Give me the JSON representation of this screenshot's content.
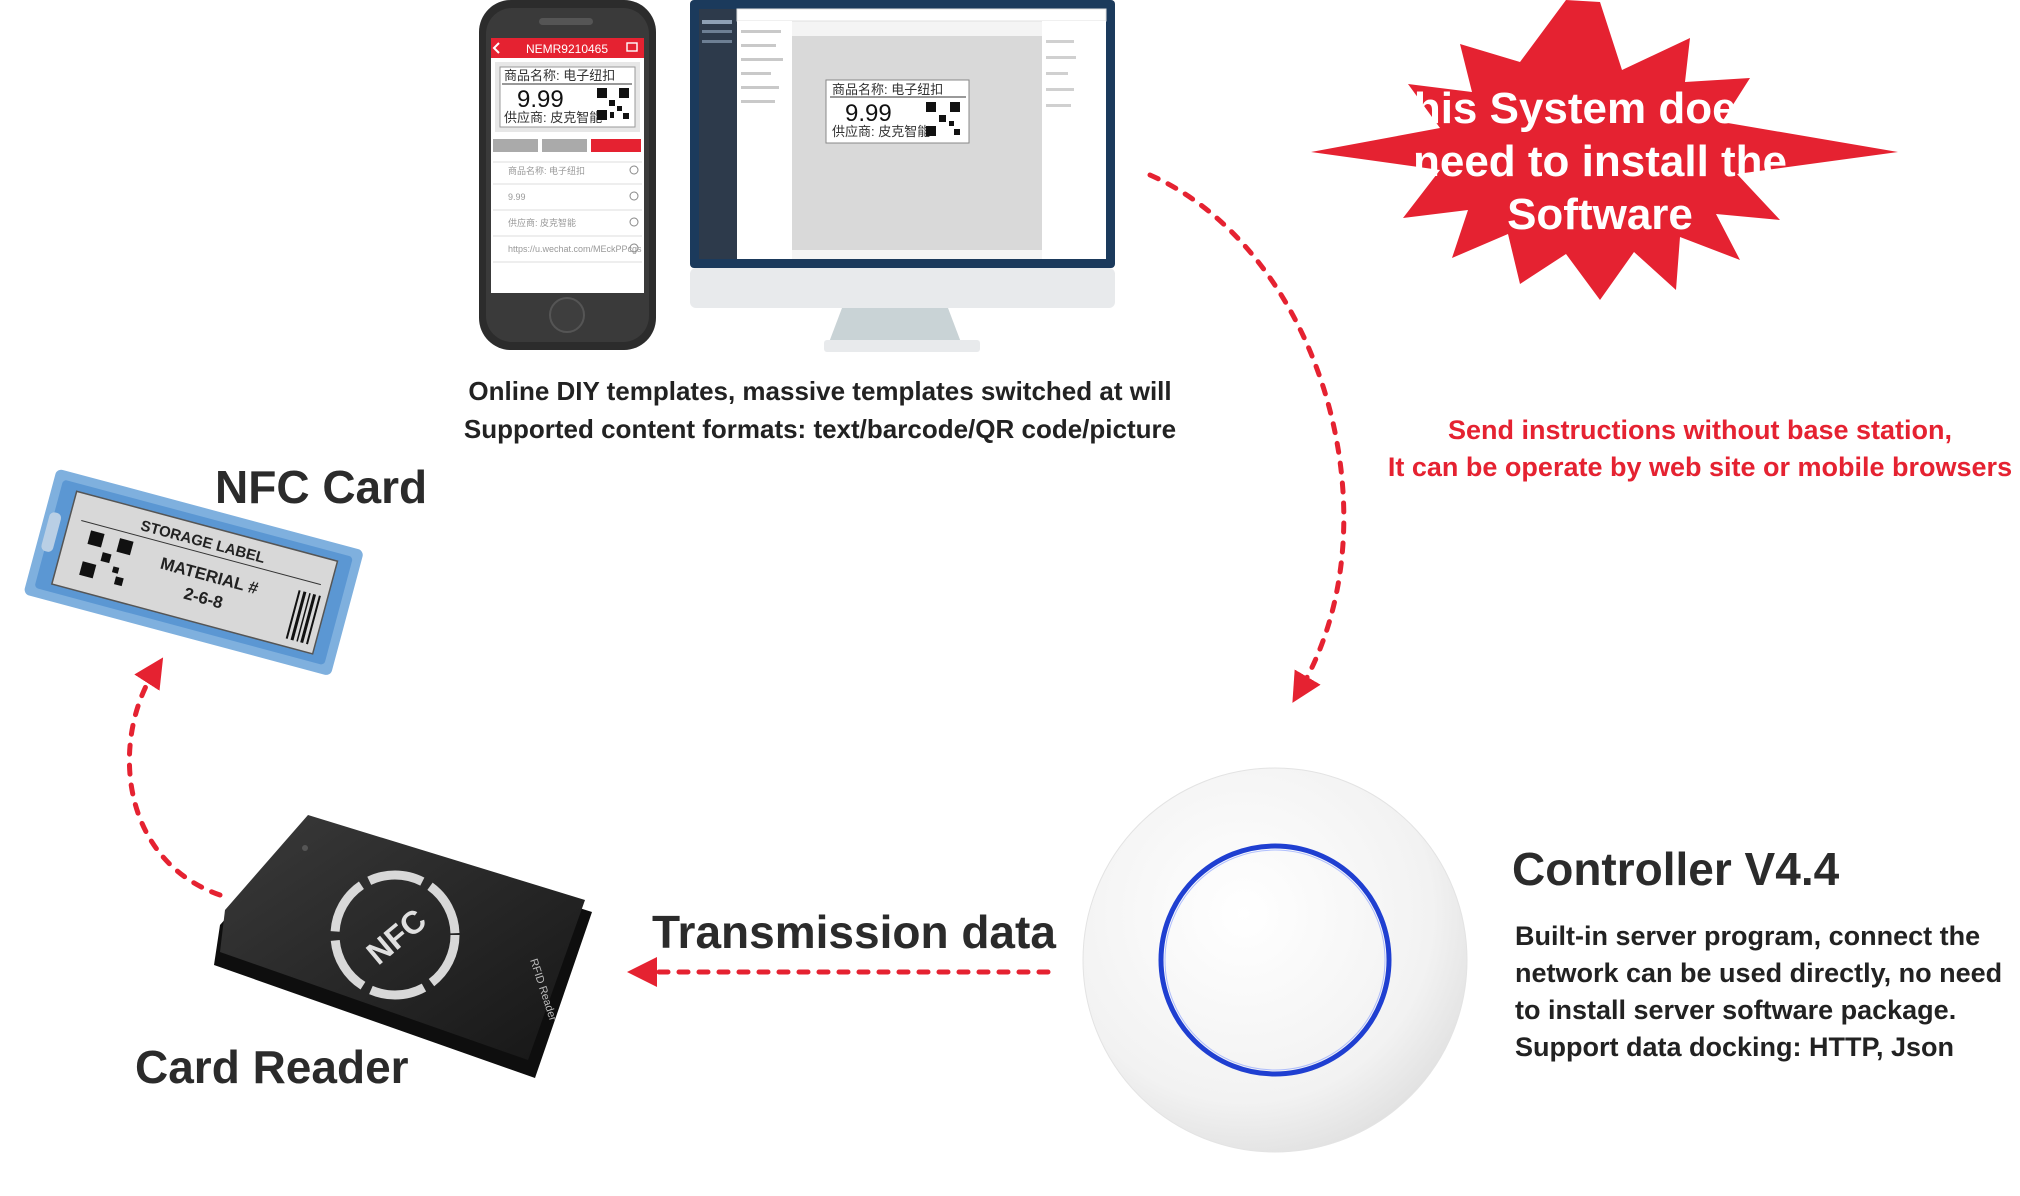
{
  "phone": {
    "title": "NEMR9210465",
    "label_name": "商品名称: 电子纽扣",
    "price": "9.99",
    "supplier": "供应商: 皮克智能",
    "fields": [
      "商品名称: 电子纽扣",
      "9.99",
      "供应商: 皮克智能",
      "https://u.wechat.com/MEckPPcgs"
    ]
  },
  "monitor": {
    "label_name": "商品名称: 电子纽扣",
    "price": "9.99",
    "supplier": "供应商: 皮克智能"
  },
  "captions": {
    "devices_line1": "Online DIY templates, massive templates switched at will",
    "devices_line2": "Supported content formats: text/barcode/QR code/picture",
    "red_line1": "Send instructions without base station,",
    "red_line2": "It can be operate by web site or mobile browsers"
  },
  "burst": {
    "line1": "This System doesn't",
    "line2": "need to install the",
    "line3": "Software",
    "color": "#e52231"
  },
  "nfc_card": {
    "title": "NFC Card",
    "label_header": "STORAGE LABEL",
    "label_material": "MATERIAL #",
    "label_number": "2-6-8"
  },
  "card_reader": {
    "title": "Card Reader",
    "logo": "NFC",
    "side_text": "RFID Reader"
  },
  "transmission": {
    "label": "Transmission data"
  },
  "controller": {
    "title": "Controller V4.4",
    "desc_line1": "Built-in server program, connect the",
    "desc_line2": "network can be used directly, no need",
    "desc_line3": "to install server software package.",
    "desc_line4": "Support data docking: HTTP, Json",
    "ring_color": "#1f3fd1"
  },
  "colors": {
    "arrow": "#e52231",
    "accent_red": "#e52231"
  }
}
